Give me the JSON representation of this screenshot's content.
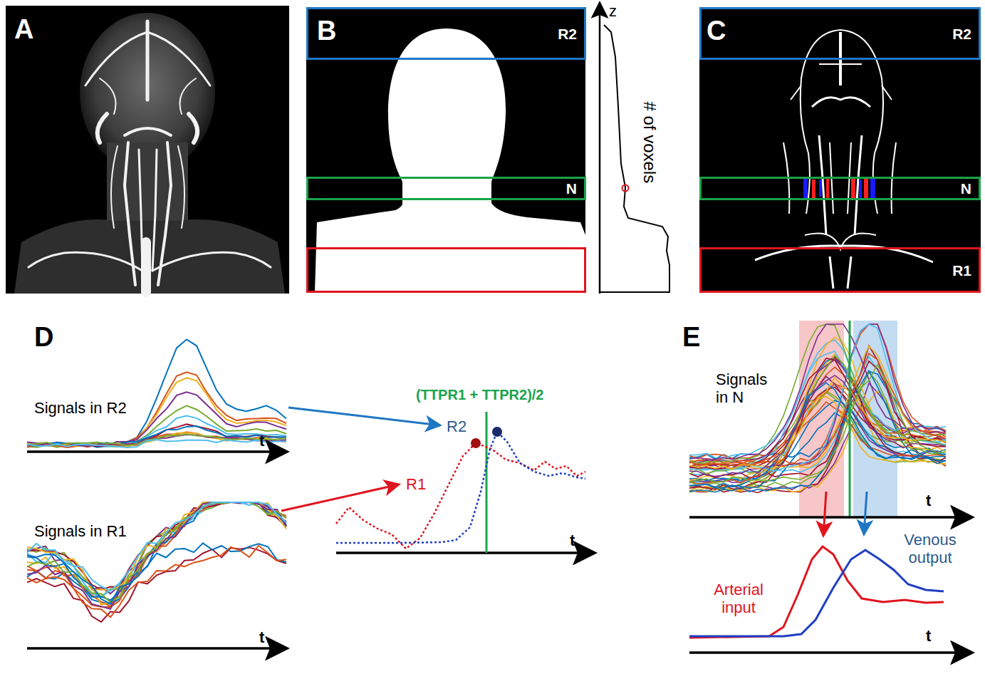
{
  "diagram": {
    "nodes": [
      {
        "text": [
          "R2"
        ]
      },
      {
        "text": [
          "N"
        ]
      },
      {
        "text": [
          "R1"
        ]
      },
      {
        "text": [
          "R2"
        ]
      },
      {
        "text": [
          "N"
        ]
      },
      {
        "text": [
          "R1"
        ]
      }
    ],
    "labels": [
      "A",
      "B",
      "C",
      "z",
      "# of voxels",
      "D",
      "Signals in R2",
      "t",
      "Signals in R1",
      "t",
      "(TTPR1 + TTPR2)/2",
      "R2",
      "R1",
      "t",
      "E",
      "Signals in N",
      "t",
      "Arterial input",
      "Venous output",
      "t"
    ]
  }
}
